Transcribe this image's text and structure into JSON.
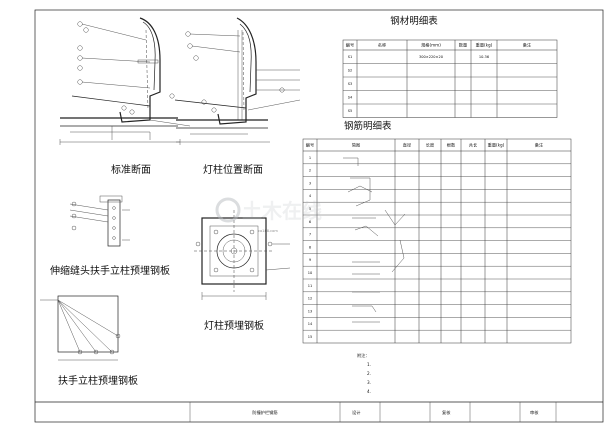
{
  "captions": {
    "standard_section": "标准断面",
    "lamp_post_section": "灯柱位置断面",
    "expansion_joint_plate": "伸缩缝头扶手立柱预埋钢板",
    "lamp_post_plate": "灯柱预埋钢板",
    "handrail_post_plate": "扶手立柱预埋钢板"
  },
  "steel_table_1": {
    "title": "钢材明细表",
    "headers": [
      "编号",
      "名称",
      "规格(mm)",
      "数量",
      "重量(kg)",
      "备注"
    ],
    "rows": [
      [
        "S1",
        "",
        "300×220×20",
        "",
        "10.36",
        ""
      ],
      [
        "S2",
        "",
        "",
        "",
        "",
        ""
      ],
      [
        "S3",
        "",
        "",
        "",
        "",
        ""
      ],
      [
        "S4",
        "",
        "",
        "",
        "",
        ""
      ],
      [
        "S5",
        "",
        "",
        "",
        "",
        ""
      ]
    ]
  },
  "rebar_table": {
    "title": "钢筋明细表",
    "headers": [
      "编号",
      "简图",
      "直径",
      "长度",
      "根数",
      "共长",
      "重量(kg)",
      "备注"
    ],
    "rows": [
      [
        "1",
        "",
        "",
        "",
        "",
        "",
        "",
        ""
      ],
      [
        "2",
        "",
        "",
        "",
        "",
        "",
        "",
        ""
      ],
      [
        "3",
        "",
        "",
        "",
        "",
        "",
        "",
        ""
      ],
      [
        "4",
        "",
        "",
        "",
        "",
        "",
        "",
        ""
      ],
      [
        "5",
        "",
        "",
        "",
        "",
        "",
        "",
        ""
      ],
      [
        "6",
        "",
        "",
        "",
        "",
        "",
        "",
        ""
      ],
      [
        "7",
        "",
        "",
        "",
        "",
        "",
        "",
        ""
      ],
      [
        "8",
        "",
        "",
        "",
        "",
        "",
        "",
        ""
      ],
      [
        "9",
        "",
        "",
        "",
        "",
        "",
        "",
        ""
      ],
      [
        "10",
        "",
        "",
        "",
        "",
        "",
        "",
        ""
      ],
      [
        "11",
        "",
        "",
        "",
        "",
        "",
        "",
        ""
      ],
      [
        "12",
        "",
        "",
        "",
        "",
        "",
        "",
        ""
      ],
      [
        "13",
        "",
        "",
        "",
        "",
        "",
        "",
        ""
      ],
      [
        "14",
        "",
        "",
        "",
        "",
        "",
        "",
        ""
      ],
      [
        "15",
        "",
        "",
        "",
        "",
        "",
        "",
        ""
      ]
    ]
  },
  "notes": {
    "heading": "附注：",
    "items": [
      "1.",
      "2.",
      "3.",
      "4."
    ]
  },
  "titleblock": {
    "drawing_name": "防撞护栏钢筋",
    "designer_label": "设计",
    "checker_label": "复核",
    "reviewer_label": "审核"
  },
  "watermark": {
    "brand_cn": "土木在线",
    "brand_en": "co188.com"
  }
}
